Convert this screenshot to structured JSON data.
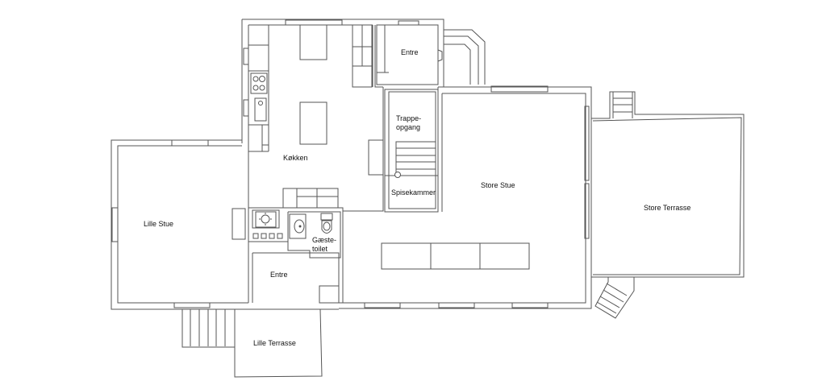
{
  "floorplan": {
    "rooms": [
      {
        "id": "kokken",
        "label": "Køkken"
      },
      {
        "id": "entre_top",
        "label": "Entre"
      },
      {
        "id": "trappeopgang",
        "label": "Trappe-\nopgang",
        "label_line1": "Trappe-",
        "label_line2": "opgang"
      },
      {
        "id": "spisekammer",
        "label": "Spisekammer"
      },
      {
        "id": "store_stue",
        "label": "Store Stue"
      },
      {
        "id": "store_terrasse",
        "label": "Store Terrasse"
      },
      {
        "id": "lille_stue",
        "label": "Lille Stue"
      },
      {
        "id": "gaestetoilet",
        "label": "Gæste-\ntoilet",
        "label_line1": "Gæste-",
        "label_line2": "toilet"
      },
      {
        "id": "entre_bottom",
        "label": "Entre"
      },
      {
        "id": "lille_terrasse",
        "label": "Lille Terrasse"
      }
    ],
    "fixtures": [
      "stove-icon",
      "kitchen-sink-icon",
      "kitchen-island",
      "dining-table",
      "washbasin-icon",
      "toilet-icon",
      "washing-machine-icon",
      "staircase",
      "counter-cabinets"
    ],
    "colors": {
      "wall": "#555555",
      "background": "#ffffff",
      "text": "#111111"
    }
  }
}
